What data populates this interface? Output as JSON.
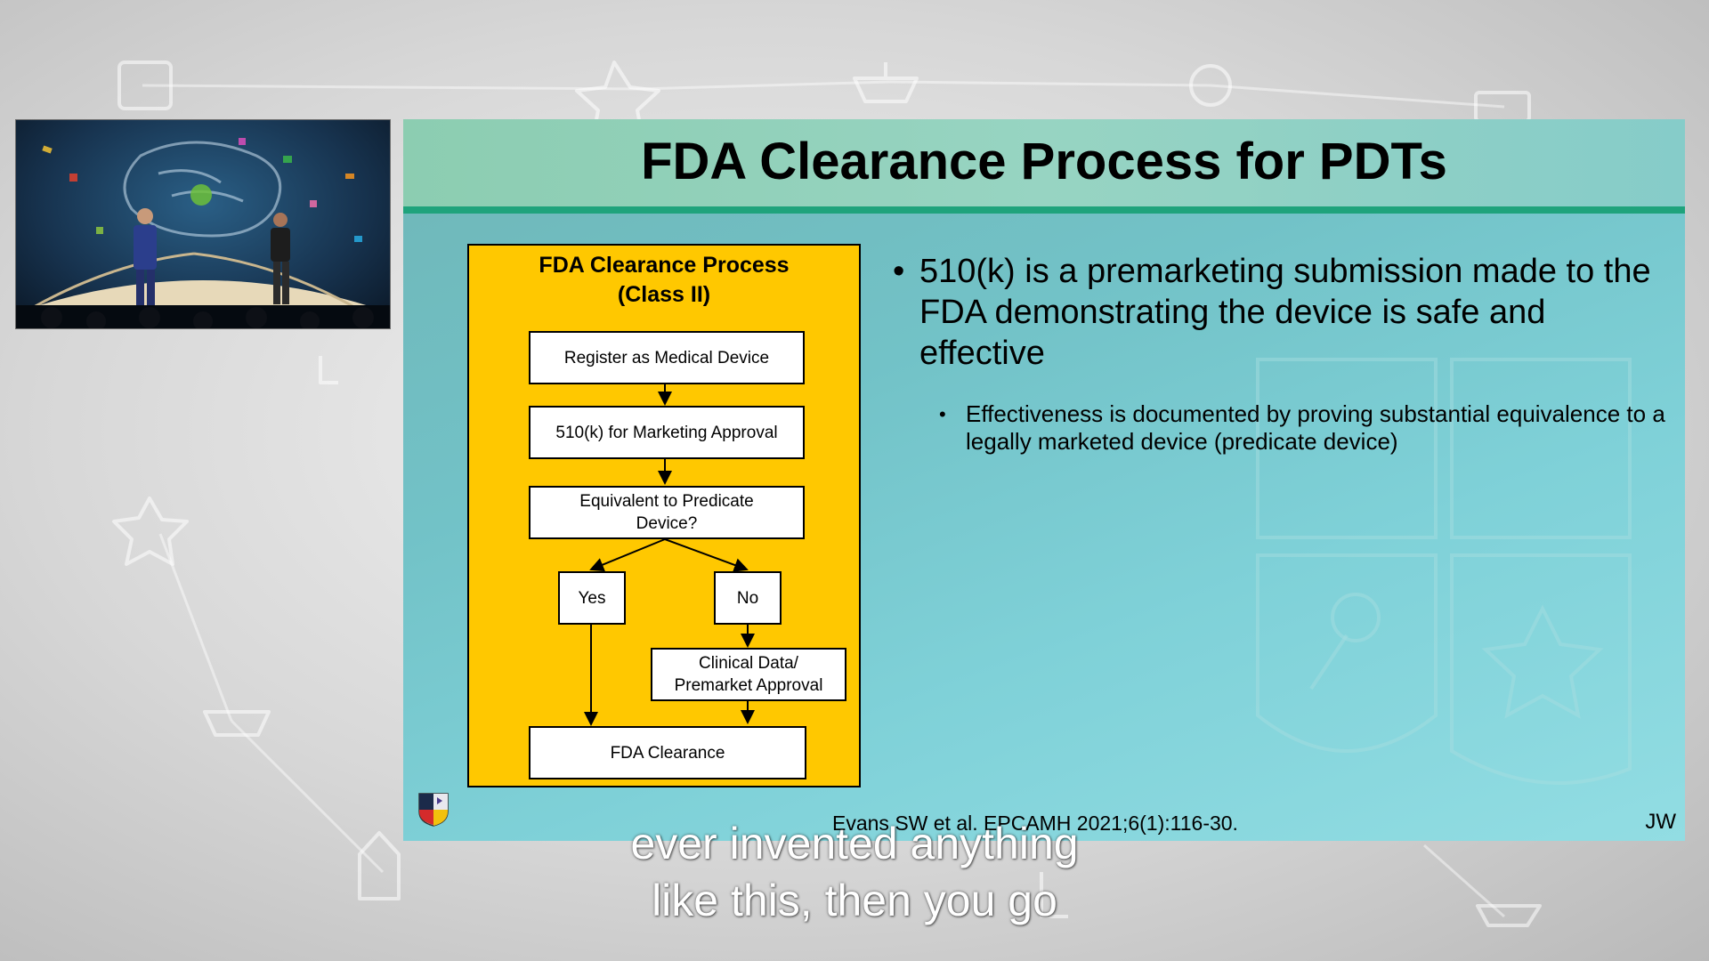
{
  "slide": {
    "title": "FDA Clearance Process for PDTs",
    "flowchart": {
      "title_line1": "FDA Clearance Process",
      "title_line2": "(Class II)",
      "step1": "Register as Medical Device",
      "step2": "510(k) for Marketing Approval",
      "step3_line1": "Equivalent to Predicate",
      "step3_line2": "Device?",
      "yes": "Yes",
      "no": "No",
      "clinical_line1": "Clinical Data/",
      "clinical_line2": "Premarket Approval",
      "clearance": "FDA Clearance"
    },
    "bullet_main": "510(k) is a premarketing submission made to the FDA demonstrating the device is safe and effective",
    "bullet_sub": "Effectiveness is documented by proving substantial equivalence to a legally marketed device (predicate device)",
    "citation": "Evans SW et al. EPCAMH 2021;6(1):116-30.",
    "initials": "JW"
  },
  "captions": {
    "line1": "ever invented anything",
    "line2": "like this, then you go"
  },
  "colors": {
    "flow_panel": "#ffc800",
    "header_rule": "#1fa37c",
    "slide_bg": "#7fd1d8",
    "caption_text": "#ffffff"
  },
  "icons": {
    "logo": "nei-shield-logo"
  }
}
